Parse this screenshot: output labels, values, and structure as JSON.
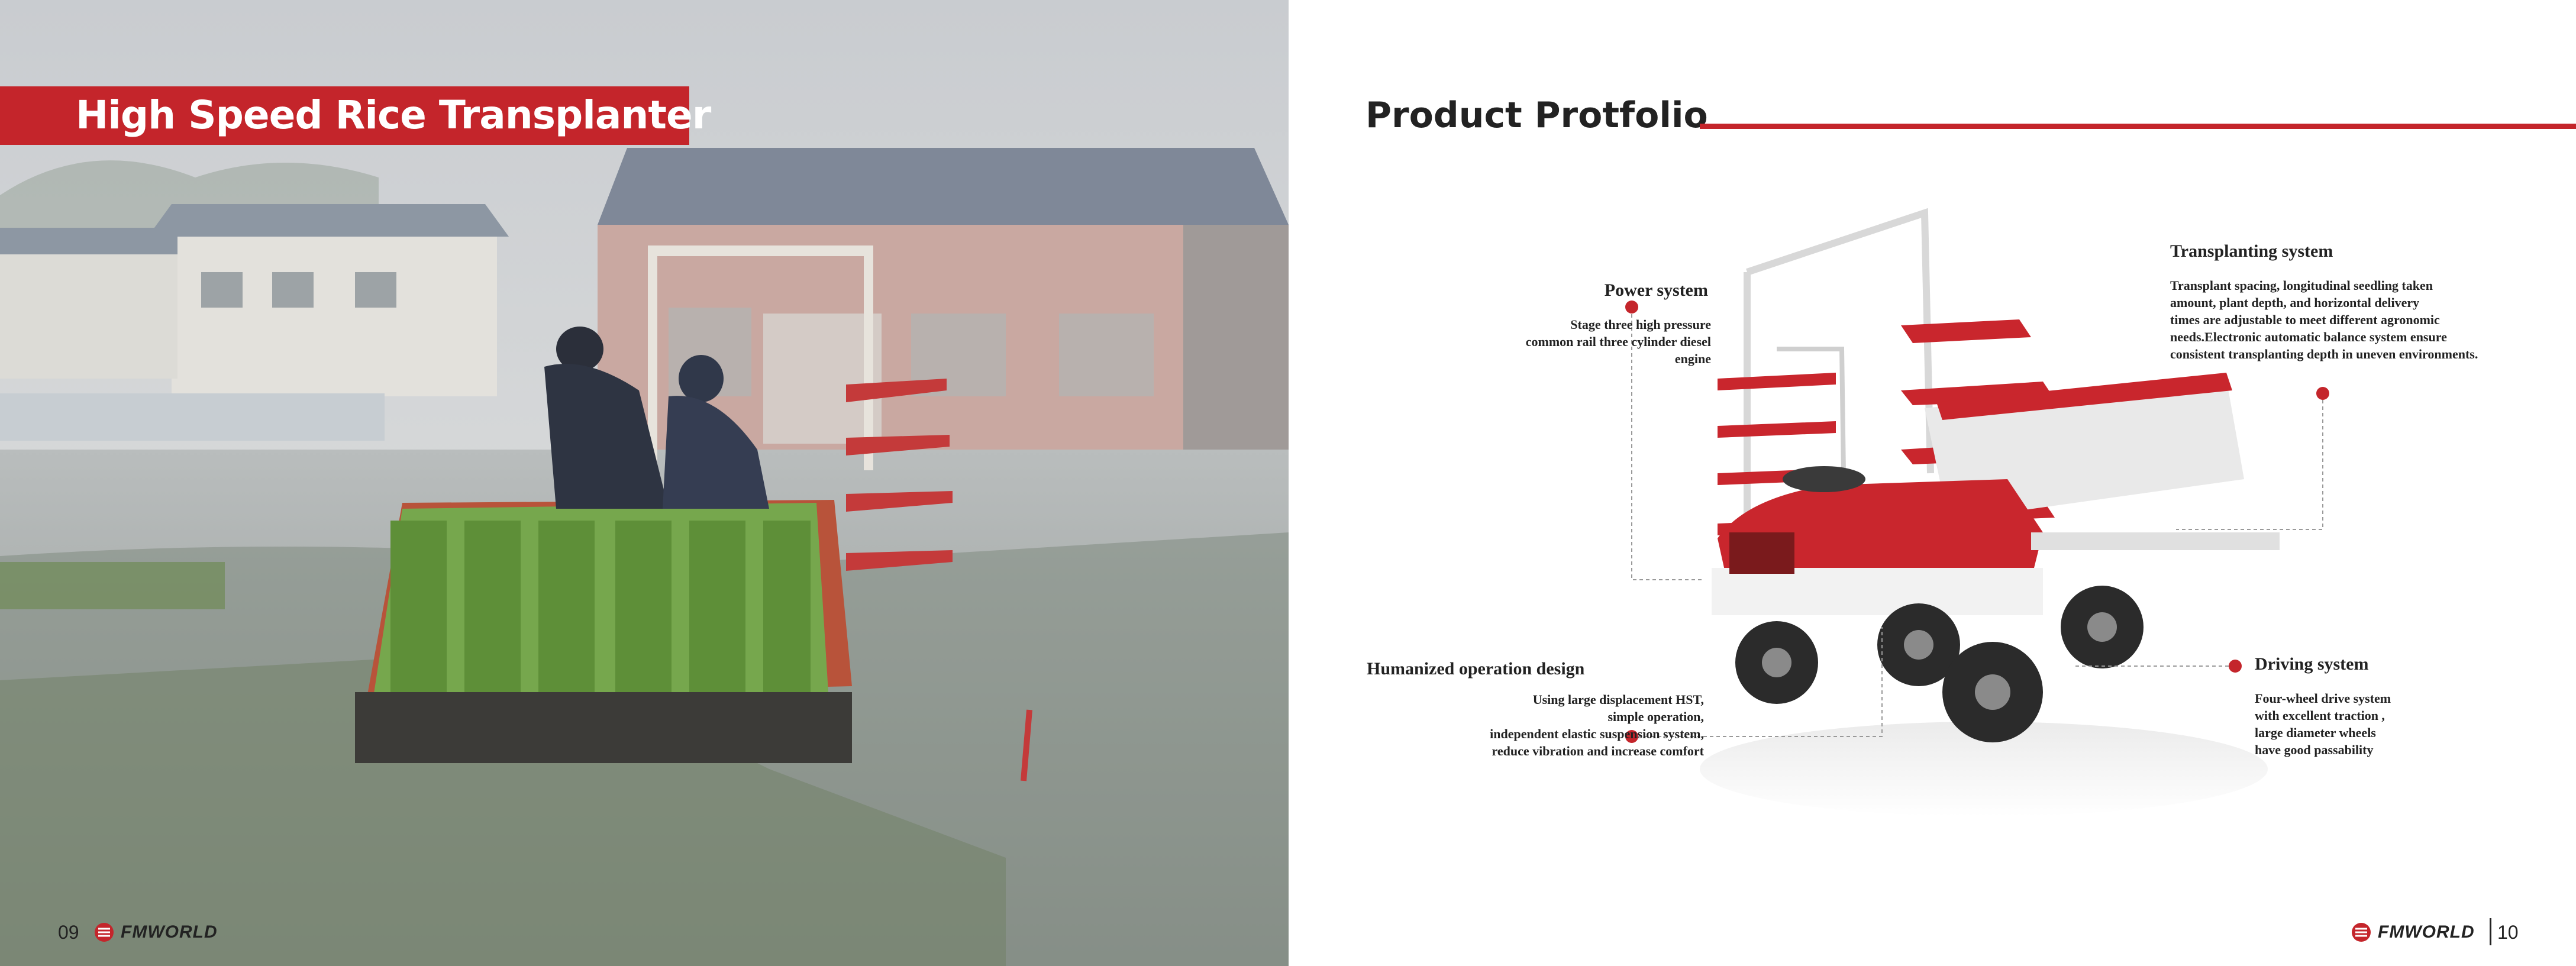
{
  "left_page": {
    "banner_title": "High Speed Rice Transplanter",
    "page_number": "09",
    "brand": "FMWORLD"
  },
  "right_page": {
    "title": "Product Protfolio",
    "page_number": "10",
    "brand": "FMWORLD",
    "features": {
      "power": {
        "title": "Power system",
        "lines": [
          "Stage three high pressure",
          "common rail three cylinder diesel",
          "engine"
        ]
      },
      "transplanting": {
        "title": "Transplanting system",
        "lines": [
          "Transplant spacing, longitudinal seedling taken",
          "amount, plant depth, and horizontal delivery",
          "times are adjustable to meet different agronomic",
          "needs.Electronic automatic balance system ensure",
          "consistent transplanting depth in uneven environments."
        ]
      },
      "humanized": {
        "title": "Humanized operation design",
        "lines": [
          "Using large displacement HST,",
          "simple operation,",
          "independent elastic suspension system,",
          "reduce vibration and increase comfort"
        ]
      },
      "driving": {
        "title": "Driving system",
        "lines": [
          "Four-wheel drive system",
          "with excellent traction ,",
          "large diameter wheels",
          "have good passability"
        ]
      }
    }
  },
  "colors": {
    "accent": "#c4252b",
    "text": "#222222",
    "callout_line": "#999999"
  }
}
